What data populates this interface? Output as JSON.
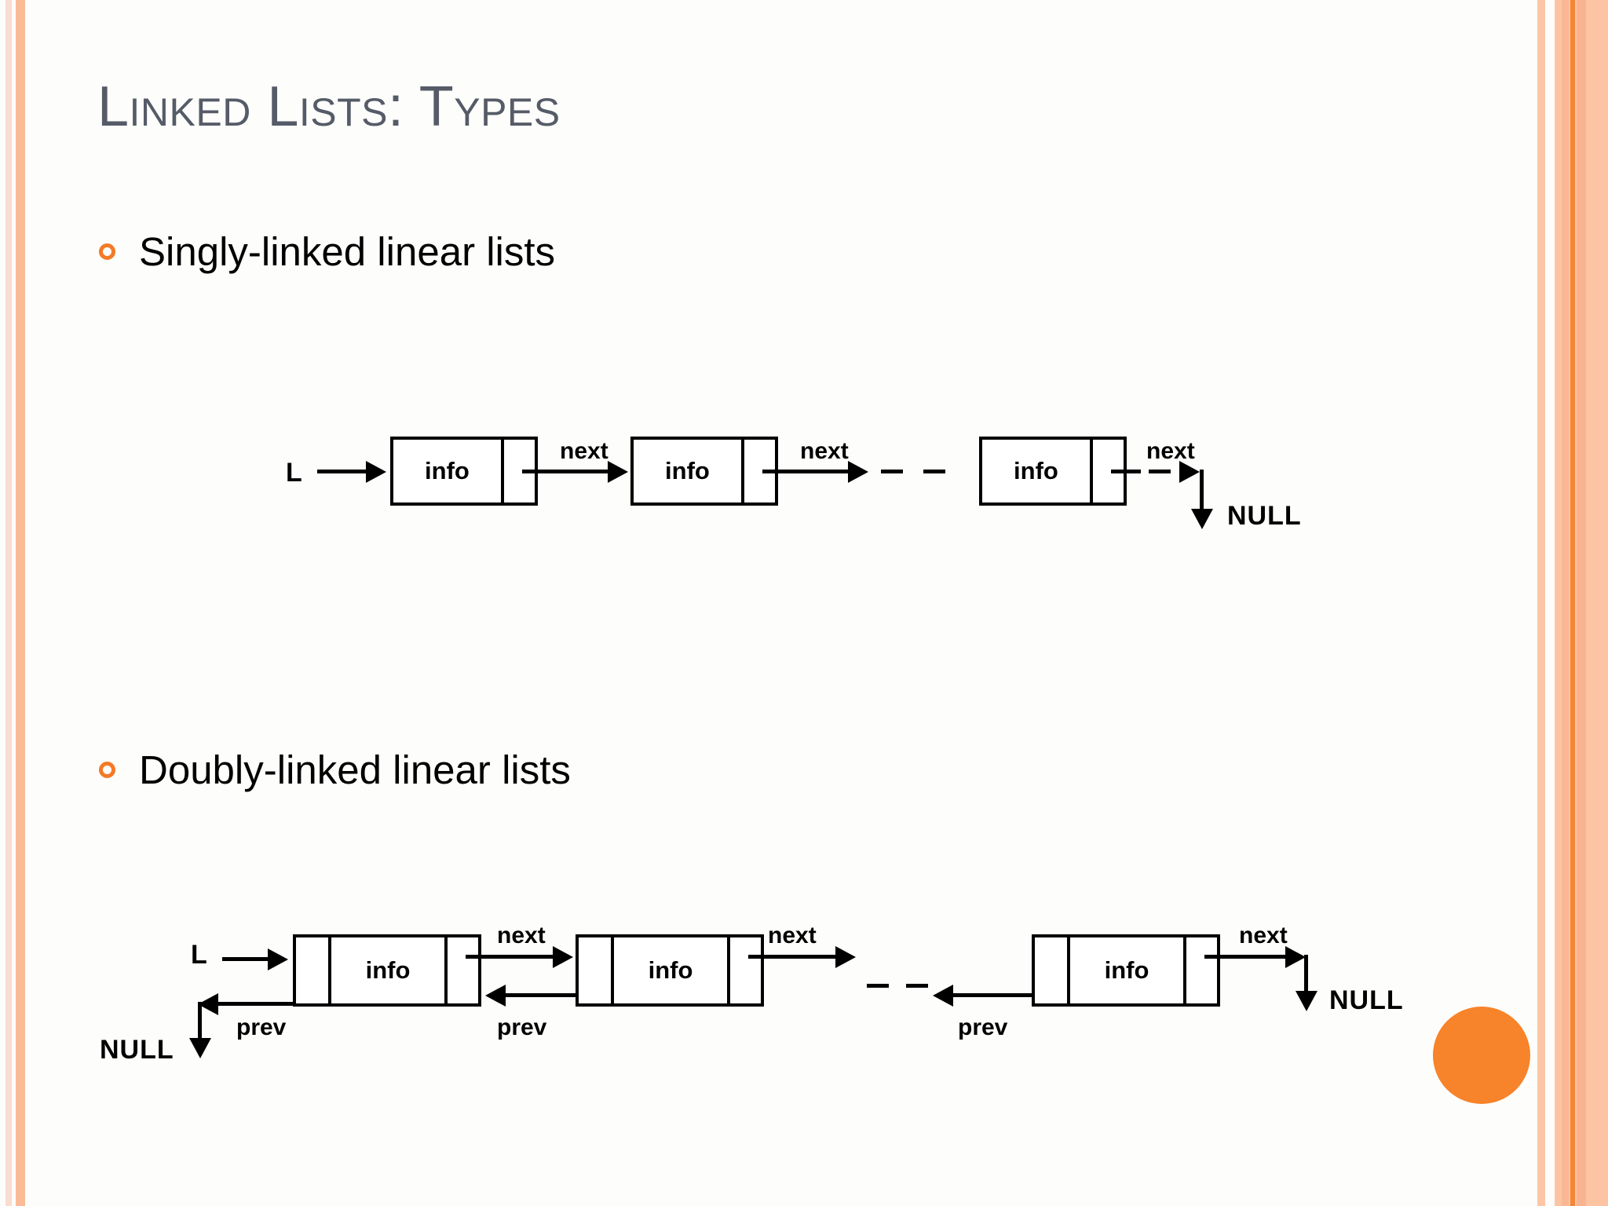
{
  "slide": {
    "title": "Linked Lists: Types",
    "background_color": "#fdfefb",
    "title_color": "#565b68",
    "accent_color": "#f47a27"
  },
  "bullets": [
    {
      "label": "Singly-linked linear lists"
    },
    {
      "label": "Doubly-linked linear lists"
    }
  ],
  "singly_diagram": {
    "head_label": "L",
    "nodes": [
      {
        "info": "info"
      },
      {
        "info": "info"
      },
      {
        "info": "info"
      }
    ],
    "next_labels": [
      "next",
      "next",
      "next"
    ],
    "terminator": "NULL",
    "ellipsis": "dashed"
  },
  "doubly_diagram": {
    "head_label": "L",
    "nodes": [
      {
        "info": "info"
      },
      {
        "info": "info"
      },
      {
        "info": "info"
      }
    ],
    "next_labels": [
      "next",
      "next",
      "next"
    ],
    "prev_labels": [
      "prev",
      "prev",
      "prev"
    ],
    "head_terminator": "NULL",
    "tail_terminator": "NULL",
    "ellipsis": "dashed"
  }
}
